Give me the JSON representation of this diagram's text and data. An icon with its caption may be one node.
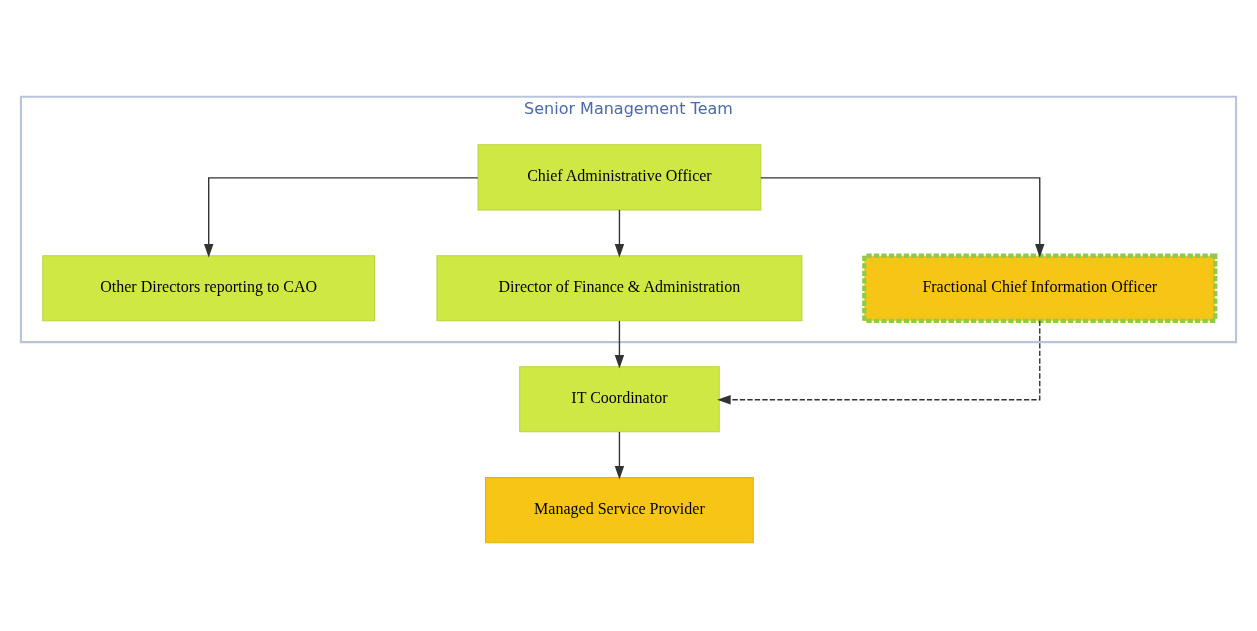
{
  "diagram": {
    "nodes": [
      {
        "text": [
          "Senior Management Team"
        ]
      },
      {
        "text": [
          "Chief Administrative Officer"
        ],
        "in": 0
      },
      {
        "text": [
          "Other Directors reporting to CAO"
        ],
        "in": 0
      },
      {
        "text": [
          "Director of Finance & Administration"
        ],
        "in": 0
      },
      {
        "text": [
          "Fractional Chief Information Officer"
        ],
        "in": 0
      },
      {
        "text": [
          "IT Coordinator"
        ]
      },
      {
        "text": [
          "Managed Service Provider"
        ]
      }
    ],
    "edges": [
      {
        "from": 1,
        "to": 2,
        "arrow": "to"
      },
      {
        "from": 1,
        "to": 3,
        "arrow": "to"
      },
      {
        "from": 1,
        "to": 4,
        "arrow": "to"
      },
      {
        "from": 3,
        "to": 5,
        "arrow": "to"
      },
      {
        "from": 4,
        "to": 5,
        "arrow": "to",
        "style": "dashed"
      },
      {
        "from": 5,
        "to": 6,
        "arrow": "to"
      }
    ]
  }
}
